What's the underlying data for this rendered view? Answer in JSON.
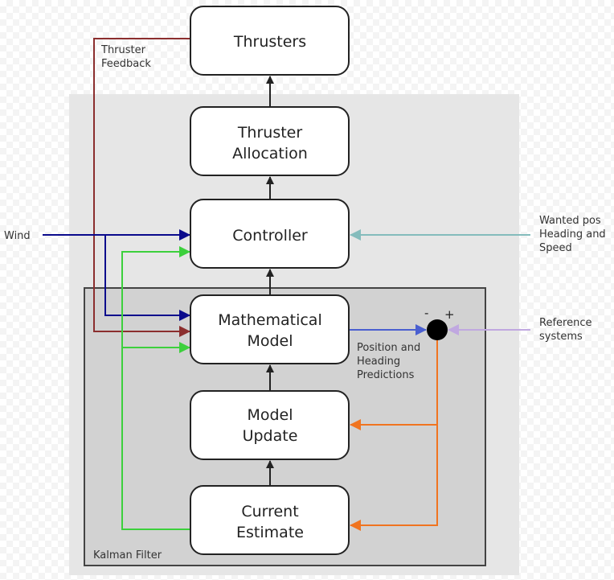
{
  "diagram": {
    "title": "Dynamic positioning control system",
    "colors": {
      "outer_panel": "#e6e6e6",
      "kalman_panel": "#d2d2d2",
      "box_fill": "#ffffff",
      "box_stroke": "#222222",
      "black_arrow": "#222222",
      "thruster_feedback": "#8b2e2e",
      "wind": "#0a0a8c",
      "estimate_feedback": "#3cd03c",
      "wanted": "#84bcbc",
      "prediction": "#4a5fd0",
      "reference": "#c0a8e0",
      "error": "#f07420",
      "summing_junction": "#000000"
    },
    "blocks": {
      "thrusters": {
        "lines": [
          "Thrusters"
        ]
      },
      "thruster_allocation": {
        "lines": [
          "Thruster",
          "Allocation"
        ]
      },
      "controller": {
        "lines": [
          "Controller"
        ]
      },
      "mathematical_model": {
        "lines": [
          "Mathematical",
          "Model"
        ]
      },
      "model_update": {
        "lines": [
          "Model",
          "Update"
        ]
      },
      "current_estimate": {
        "lines": [
          "Current",
          "Estimate"
        ]
      }
    },
    "group_labels": {
      "kalman_filter": "Kalman Filter"
    },
    "signals": {
      "thruster_feedback": [
        "Thruster",
        "Feedback"
      ],
      "wind": [
        "Wind"
      ],
      "wanted": [
        "Wanted pos",
        "Heading and",
        "Speed"
      ],
      "reference": [
        "Reference",
        "systems"
      ],
      "predictions": [
        "Position and",
        "Heading",
        "Predictions"
      ]
    },
    "junction": {
      "minus": "-",
      "plus": "+"
    }
  }
}
